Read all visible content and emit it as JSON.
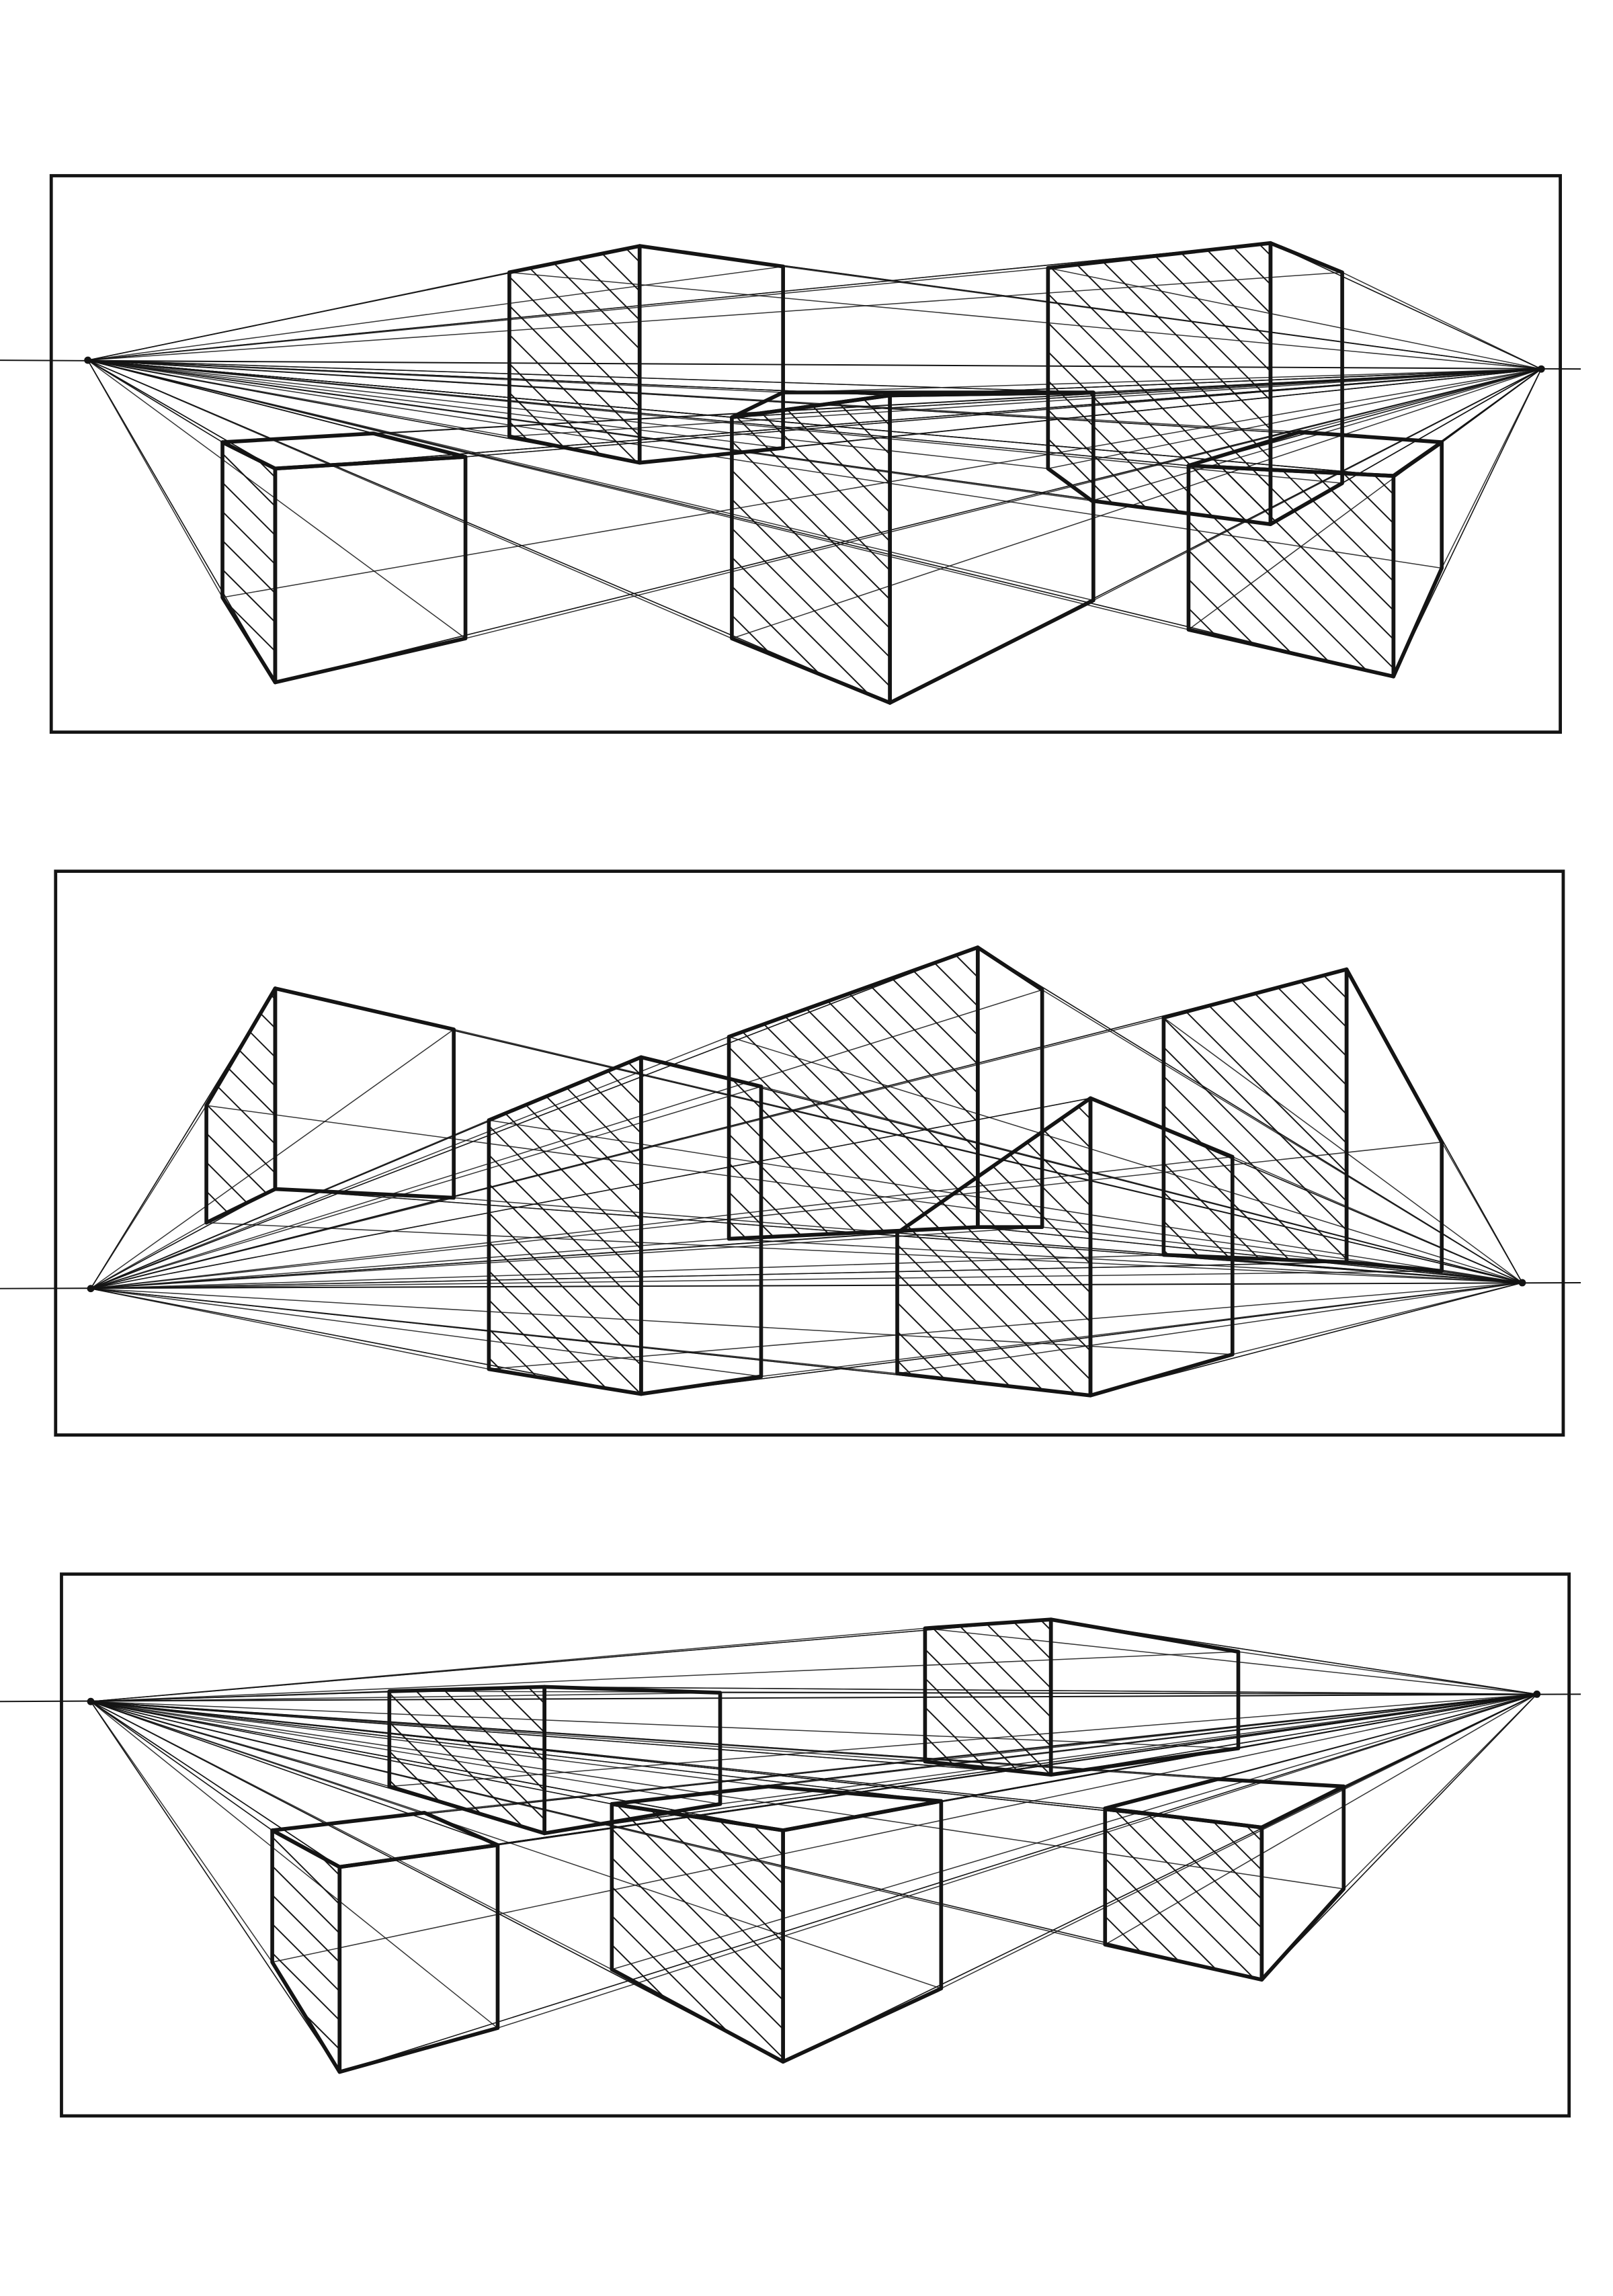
{
  "colors": {
    "ink": "#141414",
    "paper": "#ffffff"
  },
  "panels": [
    {
      "name": "panel-1",
      "box_count": 5
    },
    {
      "name": "panel-2",
      "box_count": 5
    },
    {
      "name": "panel-3",
      "box_count": 5
    }
  ]
}
